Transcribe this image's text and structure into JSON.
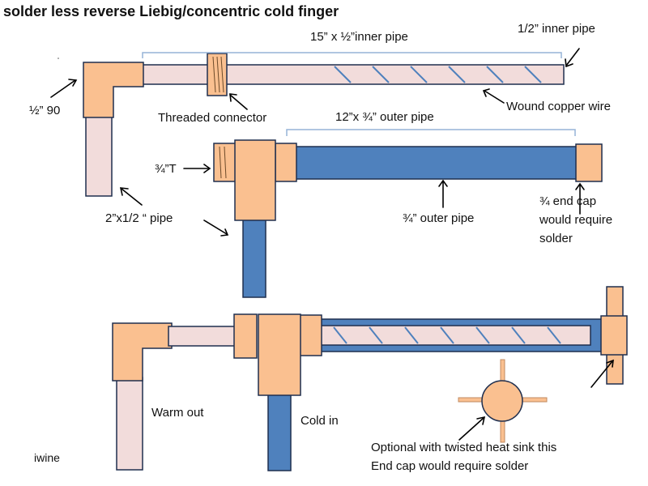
{
  "title": "solder less reverse Liebig/concentric cold finger",
  "labels": {
    "inner_pipe_length": "15” x ½”inner pipe",
    "inner_pipe": "1/2” inner pipe",
    "elbow": "½” 90",
    "threaded_connector": "Threaded connector",
    "wound_wire": "Wound copper wire",
    "outer_pipe_length": "12”x ¾” outer pipe",
    "tee": "¾”T",
    "outer_pipe": "¾” outer pipe",
    "end_cap_line1": "¾ end cap",
    "end_cap_line2": "would require",
    "end_cap_line3": "solder",
    "short_pipe": "2”x1/2 “ pipe",
    "warm_out": "Warm out",
    "cold_in": "Cold in",
    "optional_line1": "Optional with twisted  heat sink this",
    "optional_line2": "End cap would require solder",
    "author": "iwine"
  },
  "colors": {
    "copper_half": "#f2dcdb",
    "fitting": "#fac090",
    "outer_pipe": "#4f81bd",
    "outline": "#1f2f4f",
    "wire": "#4f81bd"
  }
}
